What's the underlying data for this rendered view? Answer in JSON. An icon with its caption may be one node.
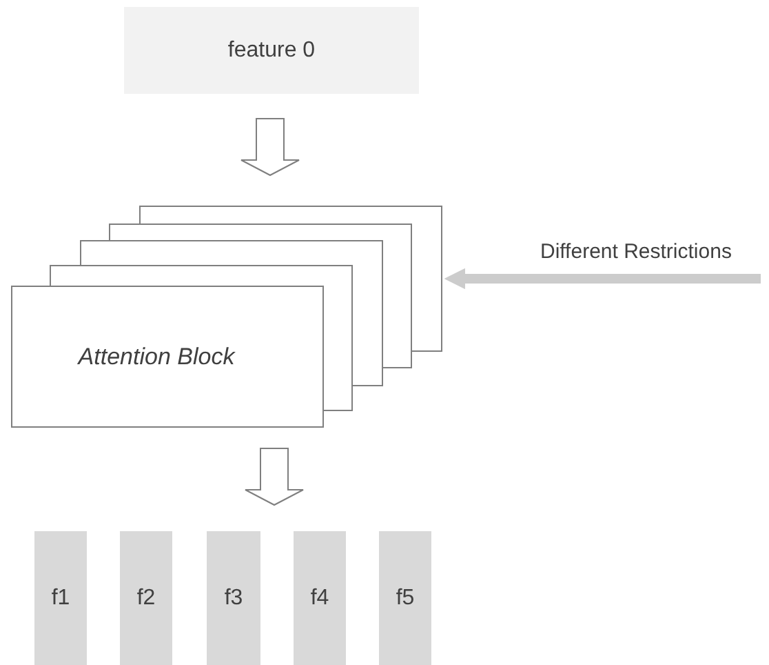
{
  "diagram": {
    "nodes": [
      {
        "text": [
          "feature 0"
        ]
      },
      {
        "text": [
          "Attention Block"
        ]
      },
      {
        "text": [
          "f1"
        ]
      },
      {
        "text": [
          "f2"
        ]
      },
      {
        "text": [
          "f3"
        ]
      },
      {
        "text": [
          "f4"
        ]
      },
      {
        "text": [
          "f5"
        ]
      }
    ],
    "edges": [
      {
        "from": 0,
        "to": 1,
        "arrow": "to"
      },
      {
        "from": 1,
        "to": null,
        "arrow": "to"
      },
      {
        "from": null,
        "to": 1,
        "arrow": "to",
        "label": "Different Restrictions",
        "color": "#cccccc"
      }
    ]
  }
}
